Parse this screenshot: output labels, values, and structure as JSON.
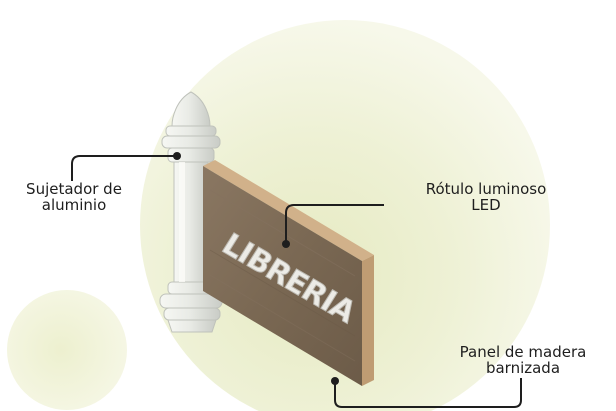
{
  "callouts": {
    "clamp": {
      "line1": "Sujetador de",
      "line2": "aluminio"
    },
    "led": {
      "line1": "Rótulo luminoso",
      "line2": "LED"
    },
    "panel": {
      "line1": "Panel de madera",
      "line2": "barnizada"
    }
  },
  "sign": {
    "text": "LIBRERIA"
  },
  "colors": {
    "glow": "#eef1d2",
    "wood_front": "#7c6a56",
    "wood_edge": "#c5a27b",
    "pole": "#e6e8e4",
    "leader_line": "#1e1e1e"
  }
}
